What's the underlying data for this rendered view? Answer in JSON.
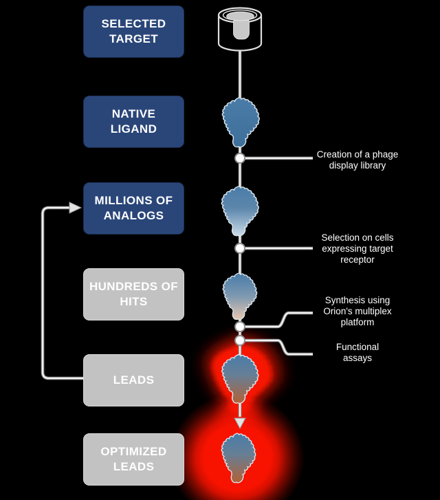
{
  "stages": [
    {
      "label": "SELECTED TARGET",
      "lines": [
        "SELECTED",
        "TARGET"
      ],
      "variant": "navy"
    },
    {
      "label": "NATIVE LIGAND",
      "lines": [
        "NATIVE",
        "LIGAND"
      ],
      "variant": "navy"
    },
    {
      "label": "MILLIONS OF ANALOGS",
      "lines": [
        "MILLIONS OF",
        "ANALOGS"
      ],
      "variant": "navy"
    },
    {
      "label": "HUNDREDS OF HITS",
      "lines": [
        "HUNDREDS OF",
        "HITS"
      ],
      "variant": "gray"
    },
    {
      "label": "LEADS",
      "lines": [
        "LEADS"
      ],
      "variant": "gray"
    },
    {
      "label": "OPTIMIZED LEADS",
      "lines": [
        "OPTIMIZED",
        "LEADS"
      ],
      "variant": "gray"
    }
  ],
  "annotations": [
    {
      "label": "Creation of a phage display library",
      "lines": [
        "Creation of a phage",
        "display library"
      ]
    },
    {
      "label": "Selection on cells expressing target receptor",
      "lines": [
        "Selection on cells",
        "expressing target",
        "receptor"
      ]
    },
    {
      "label": "Synthesis using Orion's multiplex platform",
      "lines": [
        "Synthesis using",
        "Orion's multiplex",
        "platform"
      ]
    },
    {
      "label": "Functional assays",
      "lines": [
        "Functional",
        "assays"
      ]
    }
  ],
  "icons": {
    "target": "receptor-cylinder-icon",
    "molecule": "protein-blob-icon",
    "highlight": "red-glow",
    "connector_node": "node-dot",
    "feedback": "feedback-arrow",
    "flow_arrow": "down-arrow-icon"
  },
  "colors": {
    "background": "#000000",
    "stage_navy": "#2a4679",
    "stage_gray": "#c2c2c2",
    "stage_text": "#ffffff",
    "blob_blue": "#4a7ca8",
    "blob_fade_light": "#cadbe8",
    "blob_fade_pink": "#e6c6b2",
    "blob_fade_orange": "#b26136",
    "glow_red": "#f81200",
    "connector_gray": "#9f9f9f",
    "connector_core": "#ffffff",
    "annotation_text": "#ffffff"
  }
}
